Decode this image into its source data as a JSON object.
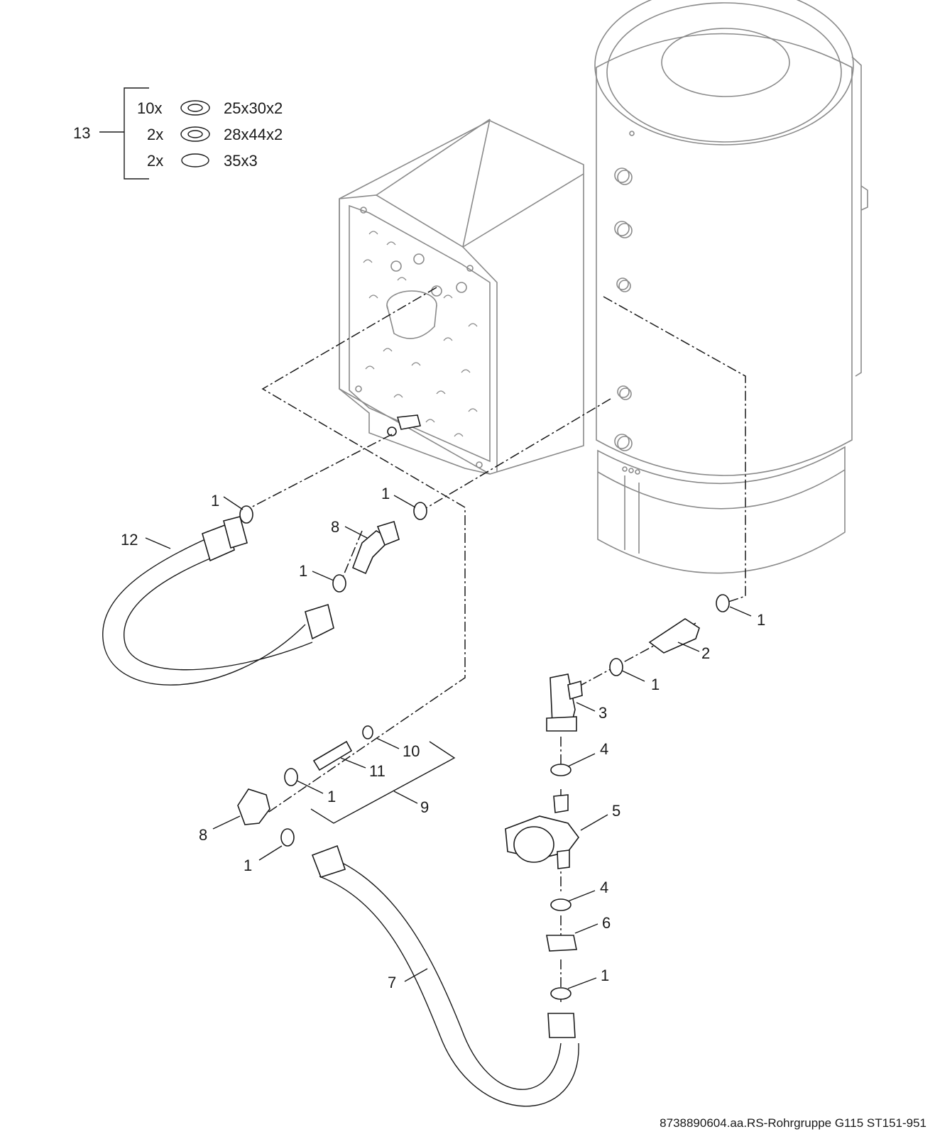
{
  "diagram": {
    "set_callout": {
      "number": "13",
      "rows": [
        {
          "qty": "10x",
          "size": "25x30x2"
        },
        {
          "qty": "2x",
          "size": "28x44x2"
        },
        {
          "qty": "2x",
          "size": "35x3"
        }
      ]
    },
    "callouts": [
      "1",
      "1",
      "1",
      "1",
      "1",
      "1",
      "1",
      "1",
      "2",
      "3",
      "4",
      "4",
      "5",
      "6",
      "7",
      "8",
      "8",
      "9",
      "10",
      "11",
      "12"
    ],
    "footer": "8738890604.aa.RS-Rohrgruppe G115 ST151-951"
  },
  "colors": {
    "line": "#1a1a1a",
    "housing": "#8a8a8a",
    "background": "#ffffff"
  }
}
